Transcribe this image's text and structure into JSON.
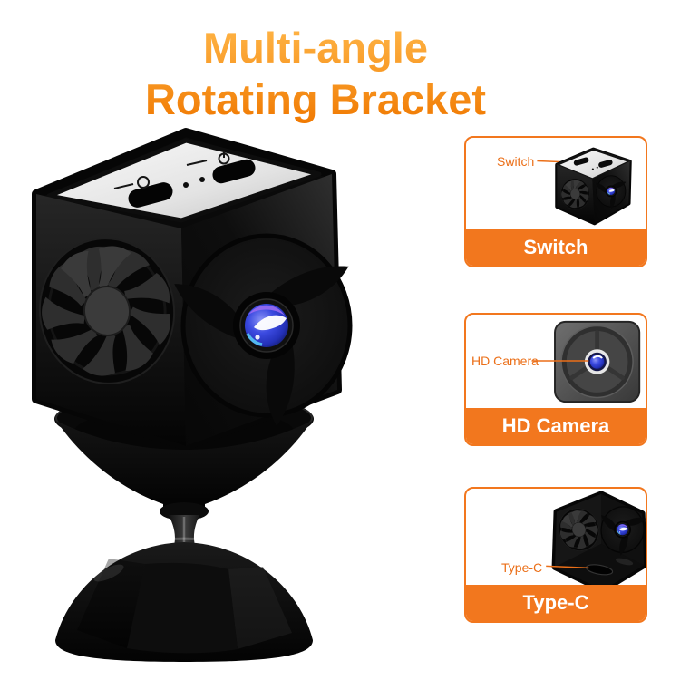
{
  "title": {
    "line1": "Multi-angle",
    "line2": "Rotating Bracket"
  },
  "feature_panels": [
    {
      "callout_label": "Switch",
      "caption": "Switch"
    },
    {
      "callout_label": "HD Camera",
      "caption": "HD Camera"
    },
    {
      "callout_label": "Type-C",
      "caption": "Type-C"
    }
  ],
  "colors": {
    "accent_orange": "#F2771E",
    "callout_text_orange": "#EB6F18",
    "title_gradient_top": "#FFB648",
    "title_gradient_bottom": "#F07800",
    "caption_text": "#FFFFFF",
    "background": "#FFFFFF",
    "product_body": "#0B0B0B",
    "lens_blue": "#3B4AE0"
  },
  "icons": {
    "power": "power-icon",
    "mode": "mode-circle-icon",
    "fan": "cooling-fan-vent",
    "lens": "camera-lens",
    "port": "type-c-port"
  }
}
